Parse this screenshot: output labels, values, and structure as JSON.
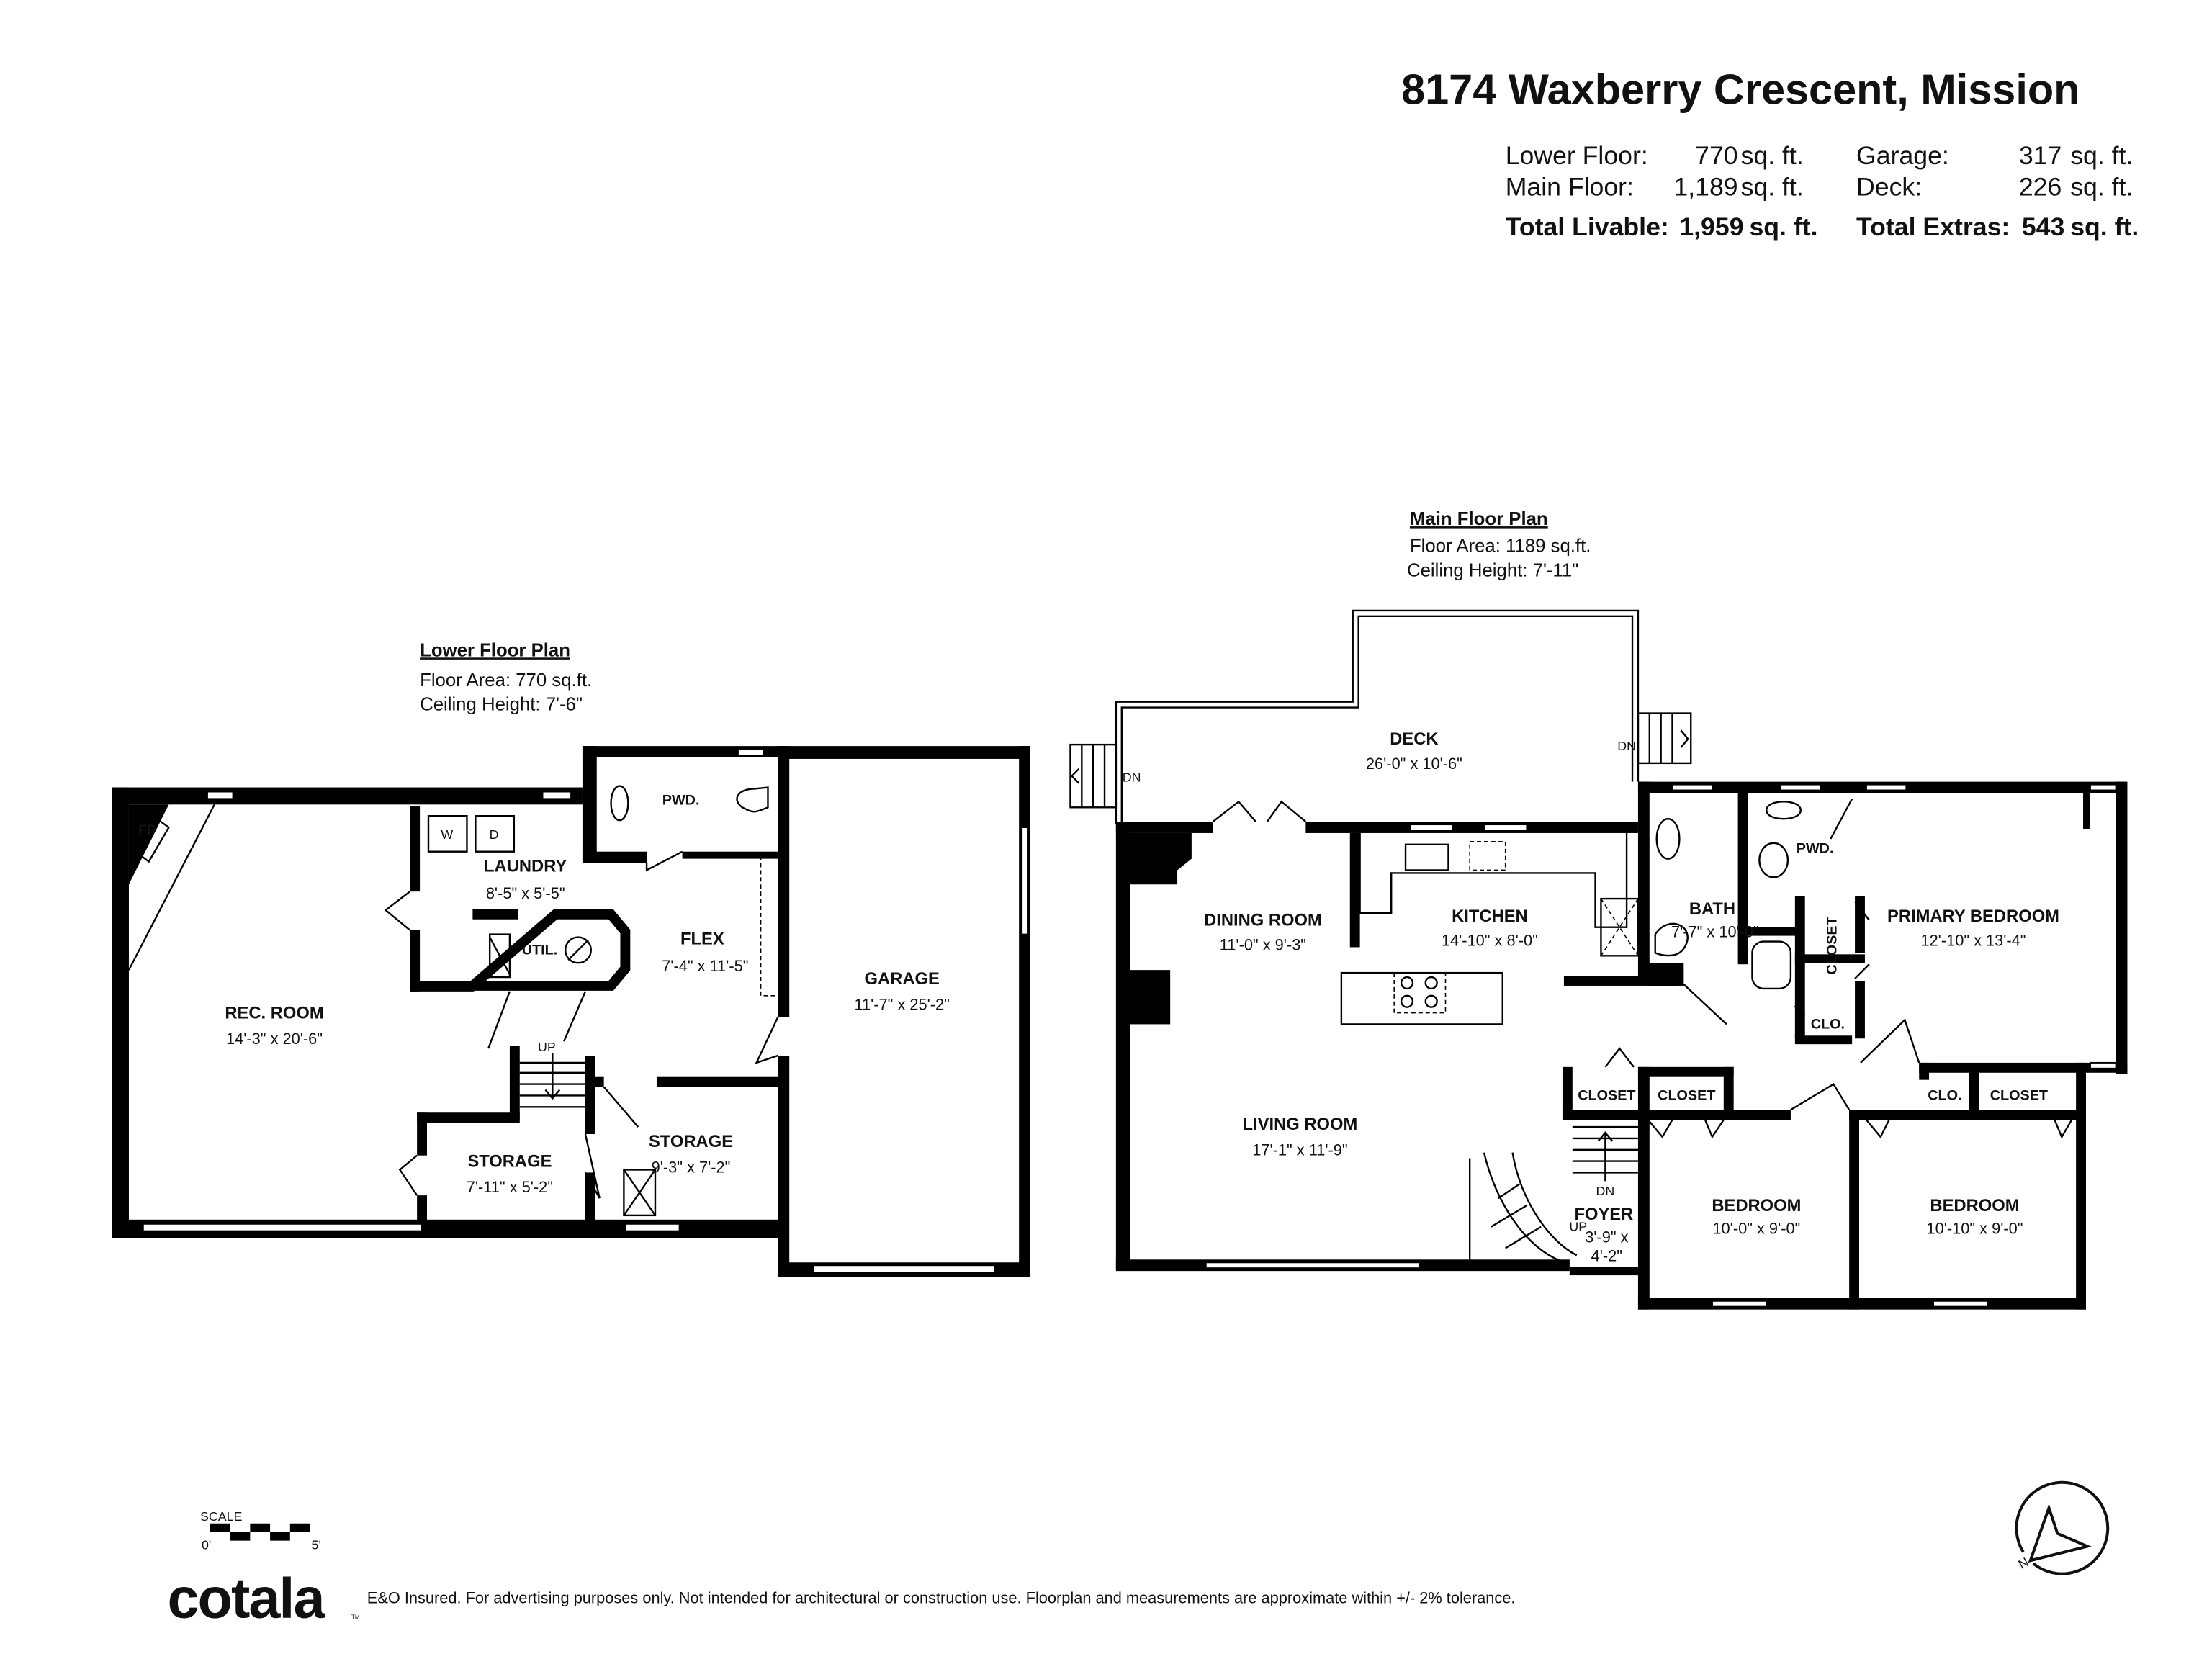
{
  "header": {
    "title": "8174 Waxberry Crescent, Mission",
    "stats": [
      {
        "label": "Lower Floor:",
        "value": "770",
        "unit": "sq. ft."
      },
      {
        "label": "Main Floor:",
        "value": "1,189",
        "unit": "sq. ft."
      },
      {
        "label": "Garage:",
        "value": "317",
        "unit": "sq. ft."
      },
      {
        "label": "Deck:",
        "value": "226",
        "unit": "sq. ft."
      }
    ],
    "totals": [
      {
        "label": "Total Livable:",
        "value": "1,959",
        "unit": "sq. ft."
      },
      {
        "label": "Total Extras:",
        "value": "543",
        "unit": "sq. ft."
      }
    ]
  },
  "lower_floor": {
    "title": "Lower Floor Plan",
    "area": "Floor Area: 770 sq.ft.",
    "ceiling": "Ceiling Height: 7'-6\"",
    "rooms": [
      {
        "name": "REC. ROOM",
        "dims": "14'-3\" x 20'-6\""
      },
      {
        "name": "LAUNDRY",
        "dims": "8'-5\" x 5'-5\""
      },
      {
        "name": "UTIL."
      },
      {
        "name": "FLEX",
        "dims": "7'-4\" x 11'-5\""
      },
      {
        "name": "GARAGE",
        "dims": "11'-7\" x 25'-2\""
      },
      {
        "name": "PWD."
      },
      {
        "name": "STORAGE",
        "dims": "7'-11\" x 5'-2\""
      },
      {
        "name": "STORAGE",
        "dims": "9'-3\" x 7'-2\""
      }
    ],
    "fixtures": {
      "fireplace": "FP",
      "washer": "W",
      "dryer": "D",
      "stairs": "UP"
    }
  },
  "main_floor": {
    "title": "Main Floor Plan",
    "area": "Floor Area: 1189 sq.ft.",
    "ceiling": "Ceiling Height: 7'-11\"",
    "rooms": [
      {
        "name": "DECK",
        "dims": "26'-0\" x 10'-6\""
      },
      {
        "name": "DINING ROOM",
        "dims": "11'-0\" x 9'-3\""
      },
      {
        "name": "KITCHEN",
        "dims": "14'-10\" x 8'-0\""
      },
      {
        "name": "BATH",
        "dims": "7'-7\" x 10'-0\""
      },
      {
        "name": "PWD."
      },
      {
        "name": "PRIMARY BEDROOM",
        "dims": "12'-10\" x 13'-4\""
      },
      {
        "name": "CLOSET"
      },
      {
        "name": "CLO."
      },
      {
        "name": "LIVING ROOM",
        "dims": "17'-1\" x 11'-9\""
      },
      {
        "name": "CLOSET"
      },
      {
        "name": "CLOSET"
      },
      {
        "name": "CLO."
      },
      {
        "name": "CLOSET"
      },
      {
        "name": "FOYER",
        "dims1": "3'-9\" x",
        "dims2": "4'-2\""
      },
      {
        "name": "BEDROOM",
        "dims": "10'-0\" x 9'-0\""
      },
      {
        "name": "BEDROOM",
        "dims": "10'-10\" x 9'-0\""
      }
    ],
    "stairs": {
      "deck_left": "DN",
      "deck_right": "DN",
      "interior_down": "DN",
      "interior_up": "UP"
    }
  },
  "scale": {
    "label": "SCALE",
    "start": "0'",
    "end": "5'"
  },
  "footer": {
    "brand": "cotala",
    "trademark": "TM",
    "disclaimer": "E&O Insured. For advertising purposes only. Not intended for architectural or construction use. Floorplan and measurements are approximate within +/- 2% tolerance."
  },
  "compass": {
    "north_label": "N"
  }
}
